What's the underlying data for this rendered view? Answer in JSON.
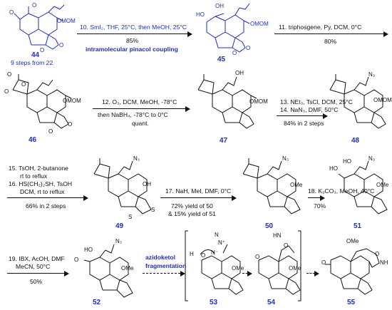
{
  "compounds": [
    {
      "id": "44",
      "note": "9 steps from 22"
    },
    {
      "id": "45"
    },
    {
      "id": "46"
    },
    {
      "id": "47"
    },
    {
      "id": "48"
    },
    {
      "id": "49"
    },
    {
      "id": "50"
    },
    {
      "id": "51"
    },
    {
      "id": "52"
    },
    {
      "id": "53"
    },
    {
      "id": "54"
    },
    {
      "id": "55"
    }
  ],
  "steps": {
    "s10": {
      "line1": "10. SmI₂, THF, 25°C, then MeOH, 25°C",
      "yield": "85%",
      "highlight": "intramolecular pinacol coupling"
    },
    "s11": {
      "line1": "11. triphosgene, Py, DCM, 0°C",
      "yield": "80%"
    },
    "s12": {
      "line1": "12. O₃, DCM, MeOH, -78°C",
      "line2": "then NaBH₄, -78°C to 0°C",
      "yield": "quant."
    },
    "s13": {
      "line1": "13. NEt₃, TsCl, DCM, 25°C",
      "line2": "14. NaN₃, DMF, 50°C",
      "yield": "84% in 2 steps"
    },
    "s15": {
      "line1": "15. TsOH, 2-butanone",
      "line2": "rt to reflux",
      "line3": "16. HS(CH₂)₂SH, TsOH",
      "line4": "DCM, rt to reflux",
      "yield": "66% in 2 steps"
    },
    "s17": {
      "line1": "17. NaH, MeI, DMF, 0°C",
      "yield1": "72% yield of 50",
      "yield2": "& 15% yield of 51"
    },
    "s18": {
      "line1": "18. K₂CO₃, MeOH, 40°C",
      "yield": "70%"
    },
    "s19": {
      "line1": "19. IBX, AcOH, DMF",
      "line2": "MeCN, 50°C",
      "yield": "50%"
    },
    "frag": {
      "line1": "azidoketol",
      "line2": "fragmentation"
    }
  },
  "atoms": {
    "O": "O",
    "HO": "HO",
    "OH": "OH",
    "OMOM": "OMOM",
    "OMe": "OMe",
    "N3": "N₃",
    "S": "S",
    "H": "H",
    "NH": "NH",
    "N": "N",
    "Nplus": "N⁺",
    "Nminus": "N⁻",
    "HN": "HN"
  },
  "colors": {
    "accent": "#1f2fbf",
    "text": "#111111"
  }
}
